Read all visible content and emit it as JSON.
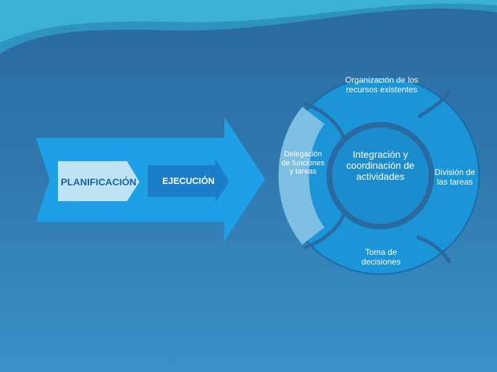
{
  "colors": {
    "background_top": "#2a6aa0",
    "background_bottom": "#3a92c8",
    "arrow_big": "#1ea0e6",
    "arrow_light": "#bfe3f7",
    "arrow_dark": "#1b7ec8",
    "cycle_segment": "#1b95d8",
    "cycle_light_segment": "#7cbfe3",
    "cycle_center": "#1b8ccd"
  },
  "process": {
    "step1": "PLANIFICACIÓN",
    "step2": "EJECUCIÓN"
  },
  "cycle": {
    "center": "Integración y coordinación de actividades",
    "segments": [
      "Organización de los recursos existentes",
      "División de las tareas",
      "Toma de decisiones",
      "Delegación de funciones y tareas"
    ]
  }
}
